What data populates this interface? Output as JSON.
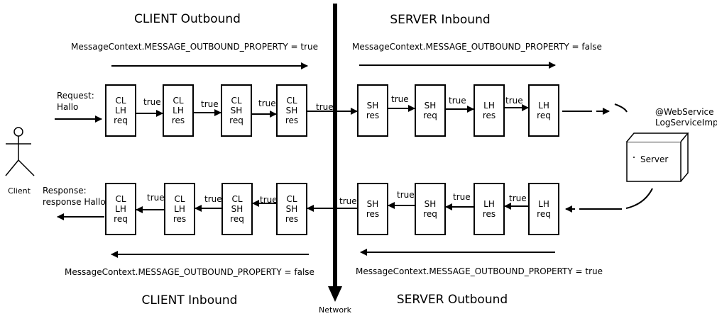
{
  "titles": {
    "client_outbound": "CLIENT Outbound",
    "server_inbound": "SERVER Inbound",
    "client_inbound": "CLIENT Inbound",
    "server_outbound": "SERVER Outbound"
  },
  "properties": {
    "client_outbound": "MessageContext.MESSAGE_OUTBOUND_PROPERTY = true",
    "server_inbound": "MessageContext.MESSAGE_OUTBOUND_PROPERTY = false",
    "client_inbound": "MessageContext.MESSAGE_OUTBOUND_PROPERTY = false",
    "server_outbound": "MessageContext.MESSAGE_OUTBOUND_PROPERTY = true"
  },
  "network_label": "Network",
  "client": {
    "label": "Client",
    "request_line1": "Request:",
    "request_line2": "Hallo",
    "response_line1": "Response:",
    "response_line2": "response Hallo"
  },
  "server": {
    "label": "Server",
    "annotation_line1": "@WebService",
    "annotation_line2": "LogServiceImpl"
  },
  "flow_label": "true",
  "top_row": [
    [
      "CL",
      "LH",
      "req"
    ],
    [
      "CL",
      "LH",
      "res"
    ],
    [
      "CL",
      "SH",
      "req"
    ],
    [
      "CL",
      "SH",
      "res"
    ],
    [
      "SH",
      "res"
    ],
    [
      "SH",
      "req"
    ],
    [
      "LH",
      "res"
    ],
    [
      "LH",
      "req"
    ]
  ],
  "bottom_row": [
    [
      "CL",
      "LH",
      "req"
    ],
    [
      "CL",
      "LH",
      "res"
    ],
    [
      "CL",
      "SH",
      "req"
    ],
    [
      "CL",
      "SH",
      "res"
    ],
    [
      "SH",
      "res"
    ],
    [
      "SH",
      "req"
    ],
    [
      "LH",
      "res"
    ],
    [
      "LH",
      "req"
    ]
  ]
}
